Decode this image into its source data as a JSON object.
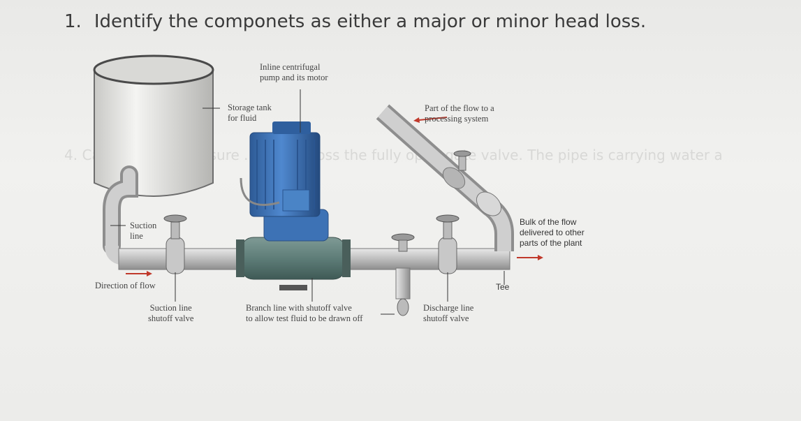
{
  "question": {
    "number": "1.",
    "text": "Identify the componets as either a major or minor head loss."
  },
  "background_question": {
    "number": "4.",
    "text": "Calculate the pressure ... psig across the fully open gate valve. The pipe is carrying water a"
  },
  "labels": {
    "pump": [
      "Inline centrifugal",
      "pump and its motor"
    ],
    "storage_tank": [
      "Storage tank",
      "for fluid"
    ],
    "processing": [
      "Part of the flow to a",
      "processing system"
    ],
    "suction_line": [
      "Suction",
      "line"
    ],
    "bulk_flow": [
      "Bulk of the flow",
      "delivered to other",
      "parts of the plant"
    ],
    "direction": "Direction of flow",
    "tee": "Tee",
    "suction_valve": [
      "Suction line",
      "shutoff valve"
    ],
    "branch_line": [
      "Branch line with shutoff valve",
      "to allow test fluid to be drawn off"
    ],
    "discharge_valve": [
      "Discharge line",
      "shutoff valve"
    ]
  },
  "colors": {
    "pipe": "#bdbdbd",
    "pump_motor": "#3a6fb0",
    "pump_body": "#5e7d78",
    "arrow": "#c0392b"
  }
}
